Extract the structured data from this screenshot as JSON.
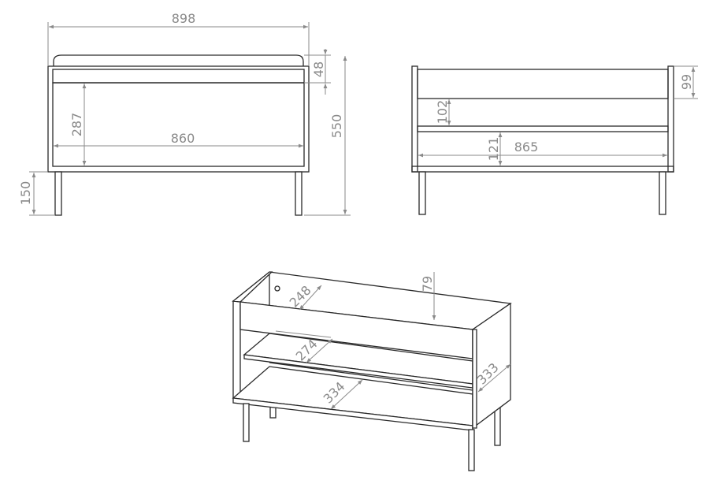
{
  "front_view": {
    "overall_width": "898",
    "inner_width": "860",
    "opening_height": "287",
    "cushion_height": "48",
    "overall_height": "550",
    "leg_height": "150"
  },
  "back_view": {
    "top_panel_height": "99",
    "upper_gap": "102",
    "lower_gap": "121",
    "inner_width": "865"
  },
  "iso_view": {
    "top_depth": "248",
    "top_rail": "79",
    "shelf_depth": "274",
    "bottom_depth": "334",
    "side_depth": "333"
  },
  "colors": {
    "line": "#2a2a2a",
    "dimension": "#8a8a8a"
  }
}
